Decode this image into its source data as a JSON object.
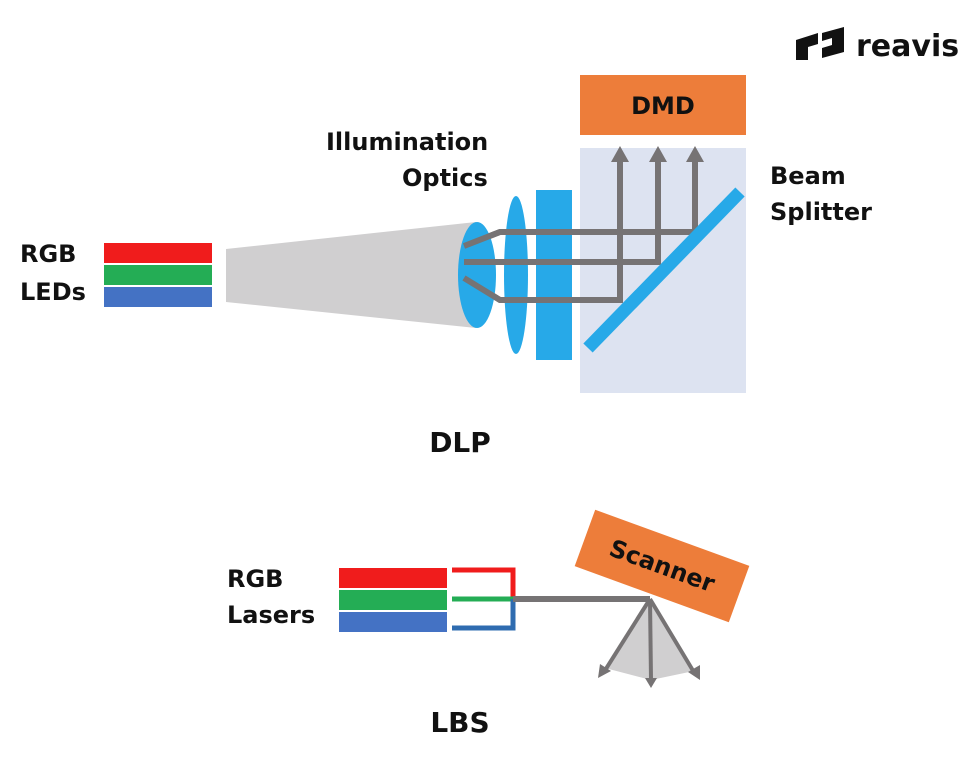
{
  "brand": {
    "name": "reavis"
  },
  "dlp": {
    "title": "DLP",
    "source_label_line1": "RGB",
    "source_label_line2": "LEDs",
    "optics_label_line1": "Illumination",
    "optics_label_line2": "Optics",
    "splitter_label_line1": "Beam",
    "splitter_label_line2": "Splitter",
    "dmd_label": "DMD"
  },
  "lbs": {
    "title": "LBS",
    "source_label_line1": "RGB",
    "source_label_line2": "Lasers",
    "scanner_label": "Scanner"
  },
  "colors": {
    "red": "#f01c1c",
    "green": "#24ad55",
    "blue": "#4472c4",
    "orange": "#ed7d3a",
    "cyan": "#27a9e8",
    "splitter_bg": "#dde3f1",
    "beam_gray": "#767374",
    "cone_gray": "#d0cfd0"
  }
}
